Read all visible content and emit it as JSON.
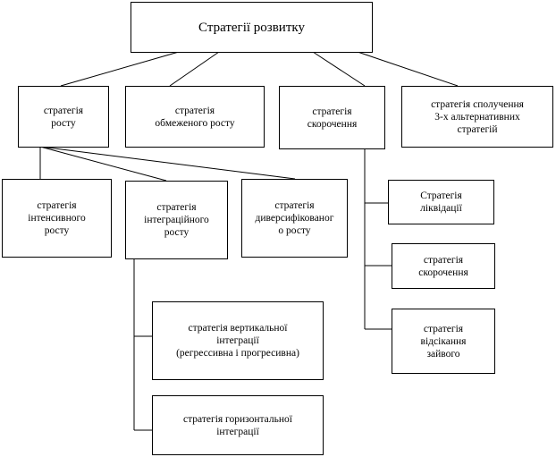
{
  "diagram": {
    "root": {
      "label": "Стратегії розвитку"
    },
    "level1": [
      {
        "id": "growth",
        "label": "стратегія\nросту"
      },
      {
        "id": "limited",
        "label": "стратегія\nобмеженого росту"
      },
      {
        "id": "reduction",
        "label": "стратегія\nскорочення"
      },
      {
        "id": "combination",
        "label": "стратегія сполучення\n3-х  альтернативних\nстратегій"
      }
    ],
    "growth_children": [
      {
        "id": "intensive",
        "label": "стратегія\nінтенсивного\nросту"
      },
      {
        "id": "integration",
        "label": "стратегія\nінтеграційного\nросту"
      },
      {
        "id": "diversification",
        "label": "стратегія\nдиверсифікованог\nо росту"
      }
    ],
    "integration_children": [
      {
        "id": "vertical",
        "label": "стратегія вертикальної\nінтеграції\n(регрессивна і прогресивна)"
      },
      {
        "id": "horizontal",
        "label": "стратегія горизонтальної\nінтеграції"
      }
    ],
    "reduction_children": [
      {
        "id": "liquidation",
        "label": "Стратегія\nліквідації"
      },
      {
        "id": "cutting",
        "label": "стратегія\nскорочення"
      },
      {
        "id": "cutoff",
        "label": "стратегія\nвідсікання\nзайвого"
      }
    ]
  }
}
